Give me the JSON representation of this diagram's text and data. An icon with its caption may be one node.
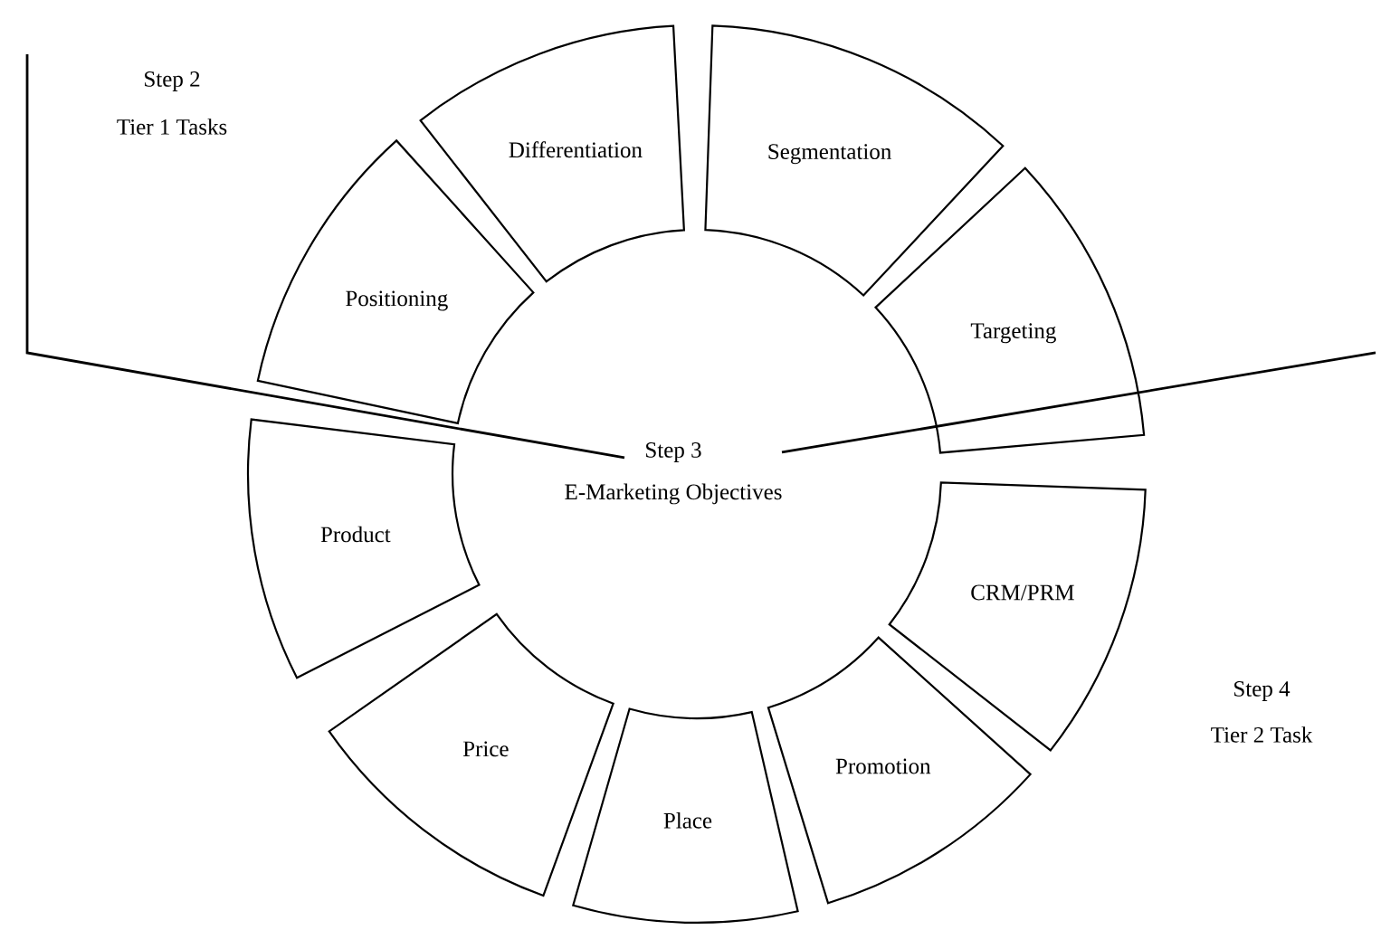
{
  "diagram": {
    "nodes": [
      {
        "text": [
          "Differentiation"
        ]
      },
      {
        "text": [
          "Segmentation"
        ]
      },
      {
        "text": [
          "Positioning"
        ]
      },
      {
        "text": [
          "Targeting"
        ]
      },
      {
        "text": [
          "Product"
        ]
      },
      {
        "text": [
          "CRM/PRM"
        ]
      },
      {
        "text": [
          "Price"
        ]
      },
      {
        "text": [
          "Promotion"
        ]
      },
      {
        "text": [
          "Place"
        ]
      }
    ],
    "edges": [],
    "labels": [
      "Step 2",
      "Tier 1 Tasks",
      "Step 3",
      "E-Marketing Objectives",
      "Step 4",
      "Tier 2 Task"
    ]
  }
}
